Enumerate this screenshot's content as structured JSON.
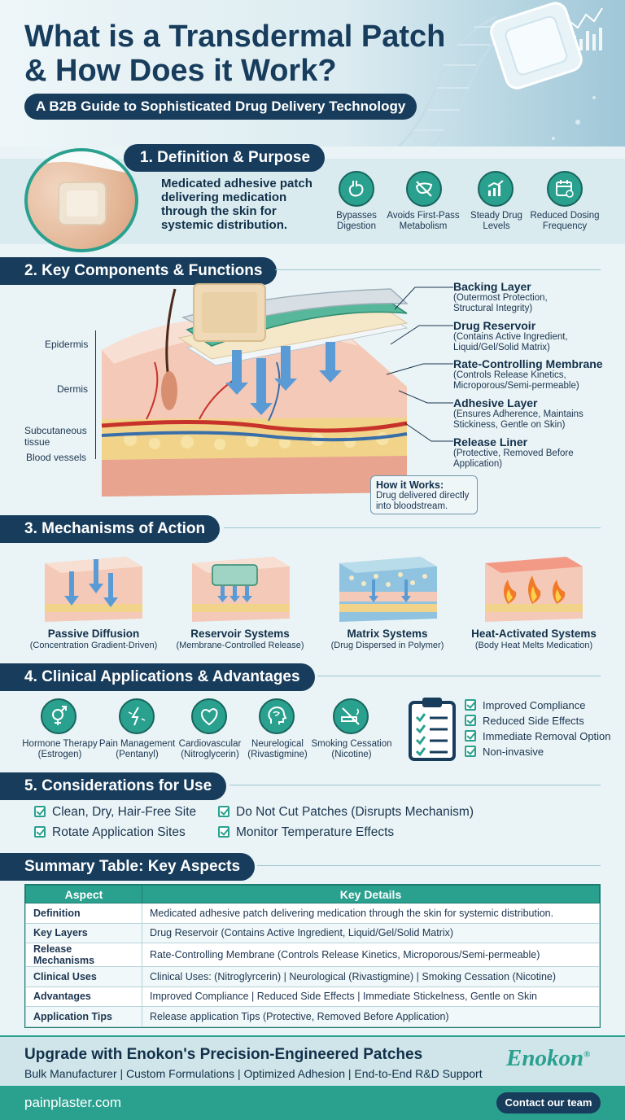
{
  "header": {
    "title_line1": "What is a Transdermal Patch",
    "title_line2": "& How Does it Work?",
    "subtitle": "A B2B Guide to Sophisticated Drug Delivery Technology"
  },
  "section1": {
    "title": "1. Definition & Purpose",
    "definition_line1": "Medicated adhesive patch",
    "definition_line2": "delivering medication",
    "definition_line3": "through the skin for",
    "definition_line4": "systemic distribution.",
    "benefits": [
      {
        "icon": "stomach-icon",
        "line1": "Bypasses",
        "line2": "Digestion"
      },
      {
        "icon": "liver-crossed-icon",
        "line1": "Avoids First-Pass",
        "line2": "Metabolism"
      },
      {
        "icon": "bar-chart-icon",
        "line1": "Steady Drug",
        "line2": "Levels"
      },
      {
        "icon": "calendar-icon",
        "line1": "Reduced Dosing",
        "line2": "Frequency"
      }
    ]
  },
  "section2": {
    "title": "2. Key Components & Functions",
    "skin_labels": {
      "epidermis": "Epidermis",
      "dermis": "Dermis",
      "subcutaneous_line1": "Subcutaneous",
      "subcutaneous_line2": "tissue",
      "blood_vessels": "Blood vessels"
    },
    "layers": [
      {
        "name": "Backing Layer",
        "desc1": "(Outermost Protection,",
        "desc2": "Structural Integrity)"
      },
      {
        "name": "Drug Reservoir",
        "desc1": "(Contains Active Ingredient,",
        "desc2": "Liquid/Gel/Solid Matrix)"
      },
      {
        "name": "Rate-Controlling Membrane",
        "desc1": "(Controls Release Kinetics,",
        "desc2": "Microporous/Semi-permeable)"
      },
      {
        "name": "Adhesive Layer",
        "desc1": "(Ensures Adherence, Maintains",
        "desc2": "Stickiness, Gentle on Skin)"
      },
      {
        "name": "Release Liner",
        "desc1": "(Protective, Removed Before",
        "desc2": "Application)"
      }
    ],
    "how_it_works": {
      "title": "How it Works:",
      "line1": "Drug delivered directly",
      "line2": "into bloodstream."
    }
  },
  "section3": {
    "title": "3. Mechanisms of Action",
    "items": [
      {
        "title": "Passive Diffusion",
        "sub": "(Concentration Gradient-Driven)"
      },
      {
        "title": "Reservoir Systems",
        "sub": "(Membrane-Controlled Release)"
      },
      {
        "title": "Matrix Systems",
        "sub": "(Drug Dispersed in Polymer)"
      },
      {
        "title": "Heat-Activated Systems",
        "sub": "(Body Heat Melts Medication)"
      }
    ]
  },
  "section4": {
    "title": "4. Clinical Applications & Advantages",
    "applications": [
      {
        "icon": "gender-symbol-icon",
        "line1": "Hormone Therapy",
        "line2": "(Estrogen)"
      },
      {
        "icon": "pain-lightning-icon",
        "line1": "Pain Management",
        "line2": "(Pentanyl)"
      },
      {
        "icon": "heart-icon",
        "line1": "Cardiovascular",
        "line2": "(Nitroglycerin)"
      },
      {
        "icon": "brain-head-icon",
        "line1": "Neurelogical",
        "line2": "(Rivastigmine)"
      },
      {
        "icon": "cigarette-icon",
        "line1": "Smoking Cessation",
        "line2": "(Nicotine)"
      }
    ],
    "advantages": [
      "Improved Compliance",
      "Reduced Side Effects",
      "Immediate Removal Option",
      "Non-invasive"
    ]
  },
  "section5": {
    "title": "5. Considerations for Use",
    "left": [
      "Clean, Dry, Hair-Free Site",
      "Rotate Application Sites"
    ],
    "right": [
      "Do Not Cut Patches (Disrupts Mechanism)",
      "Monitor Temperature Effects"
    ]
  },
  "summary": {
    "title": "Summary Table: Key Aspects",
    "col1": "Aspect",
    "col2": "Key Details",
    "rows": [
      {
        "aspect": "Definition",
        "details": "Medicated adhesive patch delivering medication through the skin for systemic distribution."
      },
      {
        "aspect": "Key Layers",
        "details": "Drug Reservoir (Contains Active Ingredient, Liquid/Gel/Solid Matrix)"
      },
      {
        "aspect": "Release Mechanisms",
        "details": "Rate-Controlling Membrane (Controls Release Kinetics, Microporous/Semi-permeable)"
      },
      {
        "aspect": "Clinical Uses",
        "details": "Clinical Uses: (Nitroglyrcerin) | Neurological (Rivastigmine) | Smoking Cessation (Nicotine)"
      },
      {
        "aspect": "Advantages",
        "details": "Improved Compliance | Reduced Side Effects | Immediate Stickelness, Gentle on Skin"
      },
      {
        "aspect": "Application Tips",
        "details": "Release application Tips (Protective, Removed Before Application)"
      }
    ]
  },
  "footer": {
    "headline": "Upgrade with Enokon's Precision-Engineered Patches",
    "tagline": "Bulk Manufacturer | Custom Formulations | Optimized Adhesion | End-to-End R&D Support",
    "brand": "Enokon",
    "brand_mark": "®",
    "website": "painplaster.com",
    "cta": "Contact our team"
  },
  "colors": {
    "navy": "#173c5c",
    "teal": "#2aa08f",
    "background": "#eaf4f6",
    "footer_bg": "#cfe5e9",
    "footer_bar": "#2aa08f"
  }
}
